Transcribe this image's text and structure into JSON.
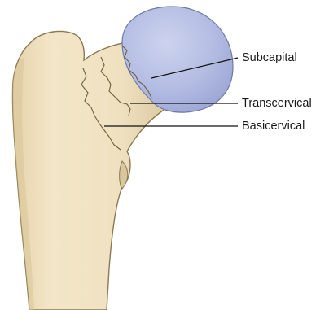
{
  "labels": {
    "subcapital": "Subcapital",
    "transcervical": "Transcervical",
    "basicervical": "Basicervical"
  },
  "colors": {
    "bone": "#efe1c0",
    "bone_shadow": "#dccaa0",
    "bone_outline": "#8a7a55",
    "head": "#b4bde3",
    "head_highlight": "#cdd3ee",
    "head_outline": "#6f7aa6",
    "leader": "#111111"
  }
}
